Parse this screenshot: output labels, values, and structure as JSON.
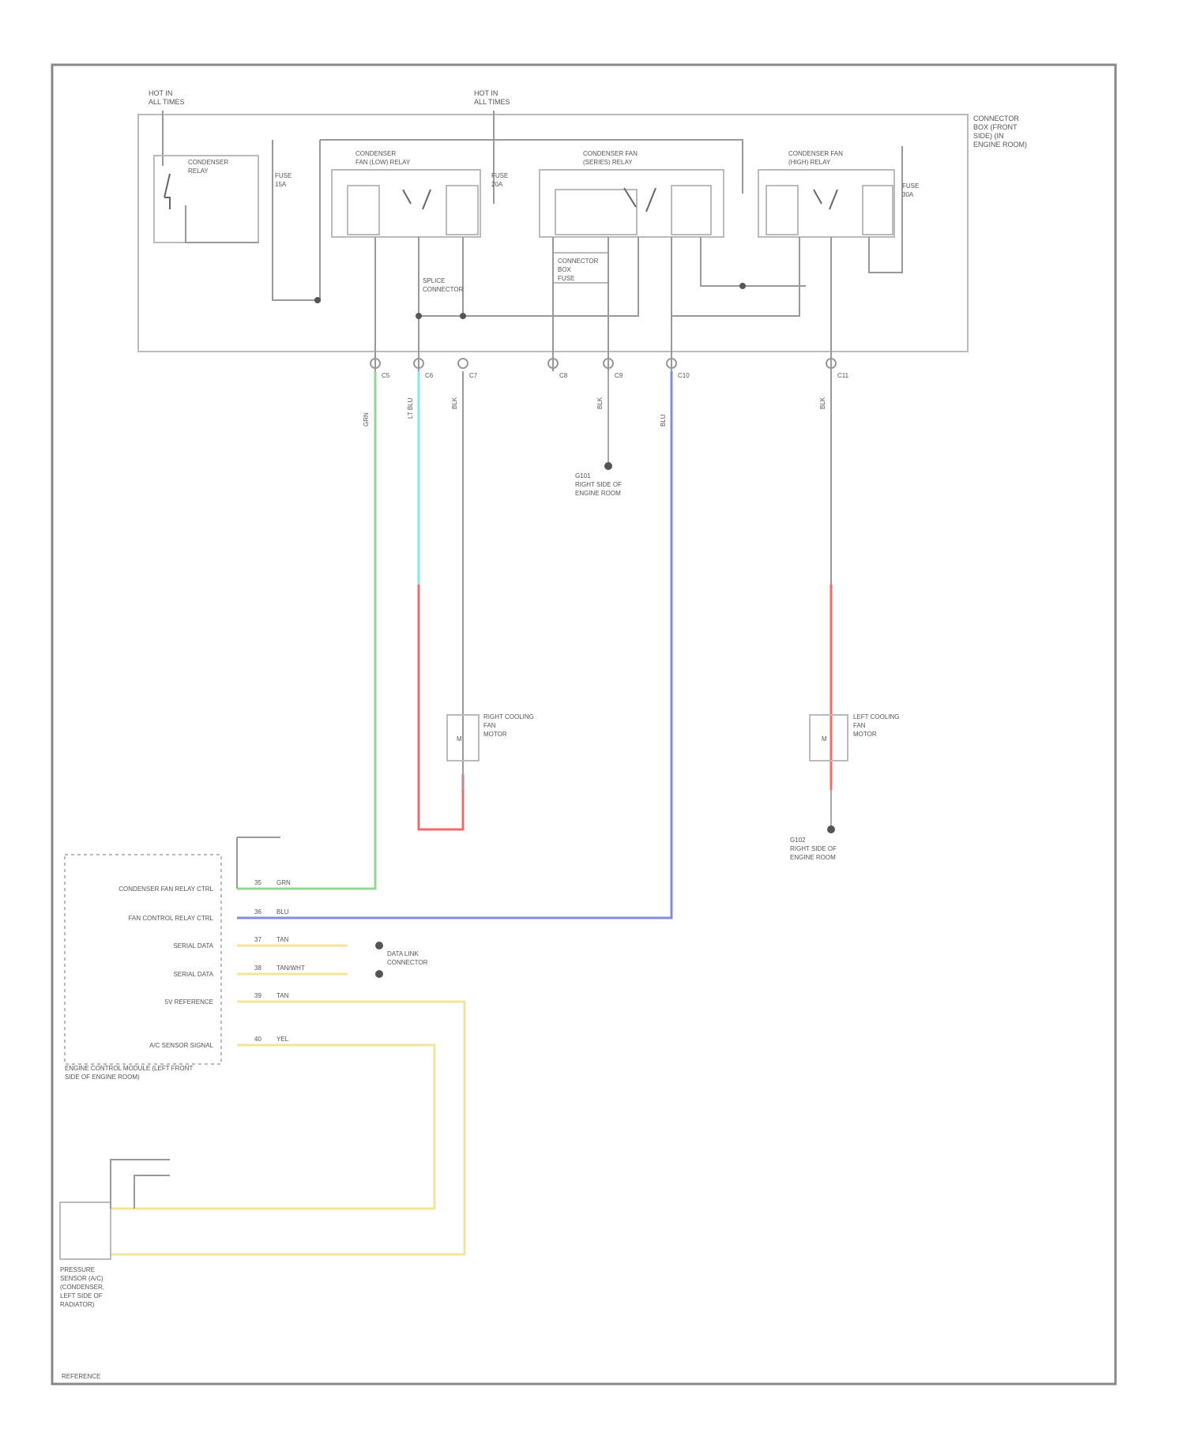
{
  "colors": {
    "green": "#8fd88f",
    "cyan": "#7fe7ee",
    "red": "#ef6b6b",
    "blue": "#7e8fd8",
    "yellow": "#f3e49b",
    "ink": "#666666"
  },
  "module": {
    "name": "CONNECTOR\nBOX (FRONT\nSIDE) (IN\nENGINE ROOM)",
    "supply_left": "HOT IN\nALL TIMES",
    "supply_right": "HOT IN\nALL TIMES",
    "relay_main": "CONDENSER\nRELAY",
    "relay1": "CONDENSER\nFAN (LOW) RELAY",
    "relay2": "CONDENSER FAN\n(SERIES) RELAY",
    "relay3": "CONDENSER FAN\n(HIGH) RELAY",
    "fuse_a": "FUSE\n15A",
    "fuse_b": "FUSE\n20A",
    "fuse_c": "FUSE\n30A",
    "internal_label": "CONNECTOR\nBOX\nFUSE",
    "splice": "SPLICE\nCONNECTOR",
    "pin_labels": [
      "C5",
      "C6",
      "C7",
      "C8",
      "C9",
      "C10",
      "C11"
    ]
  },
  "wires": {
    "w1": "GRN",
    "w2": "LT BLU",
    "w3": "BLK",
    "w4": "BLK",
    "w5": "BLU",
    "w6": "BLK"
  },
  "grounds": {
    "g1": "G101\nRIGHT SIDE OF\nENGINE ROOM",
    "g2": "G102\nRIGHT SIDE OF\nENGINE ROOM"
  },
  "fans": {
    "right": "RIGHT COOLING\nFAN\nMOTOR",
    "left": "LEFT COOLING\nFAN\nMOTOR"
  },
  "ecm": {
    "name": "ENGINE CONTROL MODULE (LEFT FRONT\nSIDE OF ENGINE ROOM)",
    "signals": [
      {
        "label": "CONDENSER FAN RELAY CTRL",
        "pin": "35",
        "wire": "GRN",
        "color_key": "green"
      },
      {
        "label": "FAN CONTROL RELAY CTRL",
        "pin": "36",
        "wire": "BLU",
        "color_key": "blue"
      },
      {
        "label": "SERIAL DATA",
        "pin": "37",
        "wire": "TAN",
        "color_key": "yellow"
      },
      {
        "label": "SERIAL DATA",
        "pin": "38",
        "wire": "TAN/WHT",
        "color_key": "yellow"
      },
      {
        "label": "5V REFERENCE",
        "pin": "39",
        "wire": "TAN",
        "color_key": "yellow"
      },
      {
        "label": "A/C SENSOR SIGNAL",
        "pin": "40",
        "wire": "YEL",
        "color_key": "yellow"
      }
    ],
    "network": "DATA LINK\nCONNECTOR"
  },
  "sensor": {
    "name": "PRESSURE\nSENSOR (A/C)\n(CONDENSER,\nLEFT SIDE OF\nRADIATOR)"
  },
  "footer": "REFERENCE"
}
